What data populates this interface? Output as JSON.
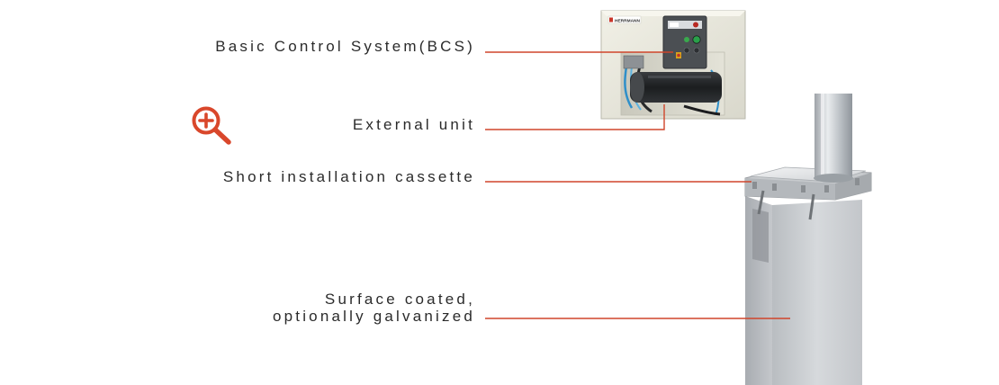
{
  "callouts": {
    "bcs": "Basic Control System(BCS)",
    "external_unit": "External unit",
    "cassette": "Short installation cassette",
    "surface_line1": "Surface coated,",
    "surface_line2": "optionally galvanized"
  },
  "cabinet": {
    "brand": "HERRMANN"
  },
  "icons": {
    "zoom": "zoom-in-icon"
  },
  "colors": {
    "accent": "#d9472b",
    "leader_line": "#d0452b",
    "text": "#2b2b2b"
  }
}
